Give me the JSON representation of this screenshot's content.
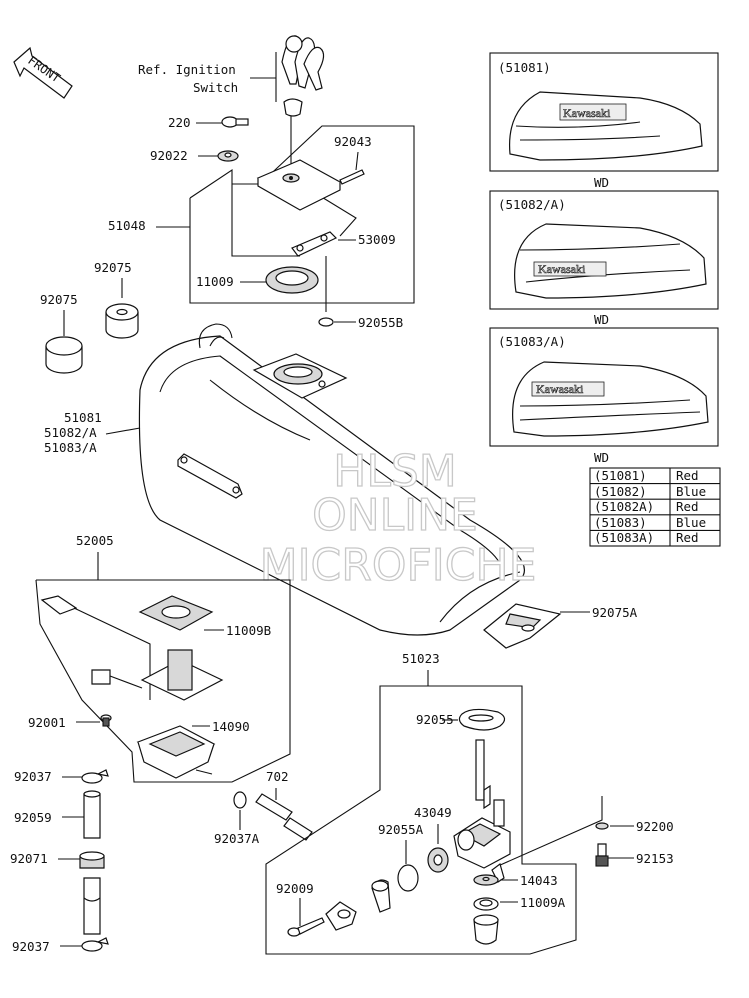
{
  "front_label": "FRONT",
  "ref_ignition": [
    "Ref. Ignition",
    "Switch"
  ],
  "watermark": [
    "HLSM",
    "ONLINE",
    "MICROFICHE"
  ],
  "brand": "Kawasaki",
  "parts": {
    "p220": "220",
    "p92022": "92022",
    "p92043": "92043",
    "p51048": "51048",
    "p53009": "53009",
    "p92075a": "92075",
    "p92075b": "92075",
    "p11009": "11009",
    "p92055B": "92055B",
    "p51081": "51081",
    "p51082A": "51082/A",
    "p51083A": "51083/A",
    "p52005": "52005",
    "p11009B": "11009B",
    "p92075A": "92075A",
    "p92001": "92001",
    "p14090": "14090",
    "p51023": "51023",
    "p92037a": "92037",
    "p702": "702",
    "p92055": "92055",
    "p92059": "92059",
    "p92037A": "92037A",
    "p43049": "43049",
    "p92055A": "92055A",
    "p92200": "92200",
    "p92071": "92071",
    "p92153": "92153",
    "p92009": "92009",
    "p14043": "14043",
    "p11009A": "11009A",
    "p92037b": "92037"
  },
  "inset_boxes": [
    {
      "label": "(51081)",
      "wd": "WD"
    },
    {
      "label": "(51082/A)",
      "wd": "WD"
    },
    {
      "label": "(51083/A)",
      "wd": "WD"
    }
  ],
  "color_table": [
    {
      "part": "(51081)",
      "color": "Red"
    },
    {
      "part": "(51082)",
      "color": "Blue"
    },
    {
      "part": "(51082A)",
      "color": "Red"
    },
    {
      "part": "(51083)",
      "color": "Blue"
    },
    {
      "part": "(51083A)",
      "color": "Red"
    }
  ]
}
